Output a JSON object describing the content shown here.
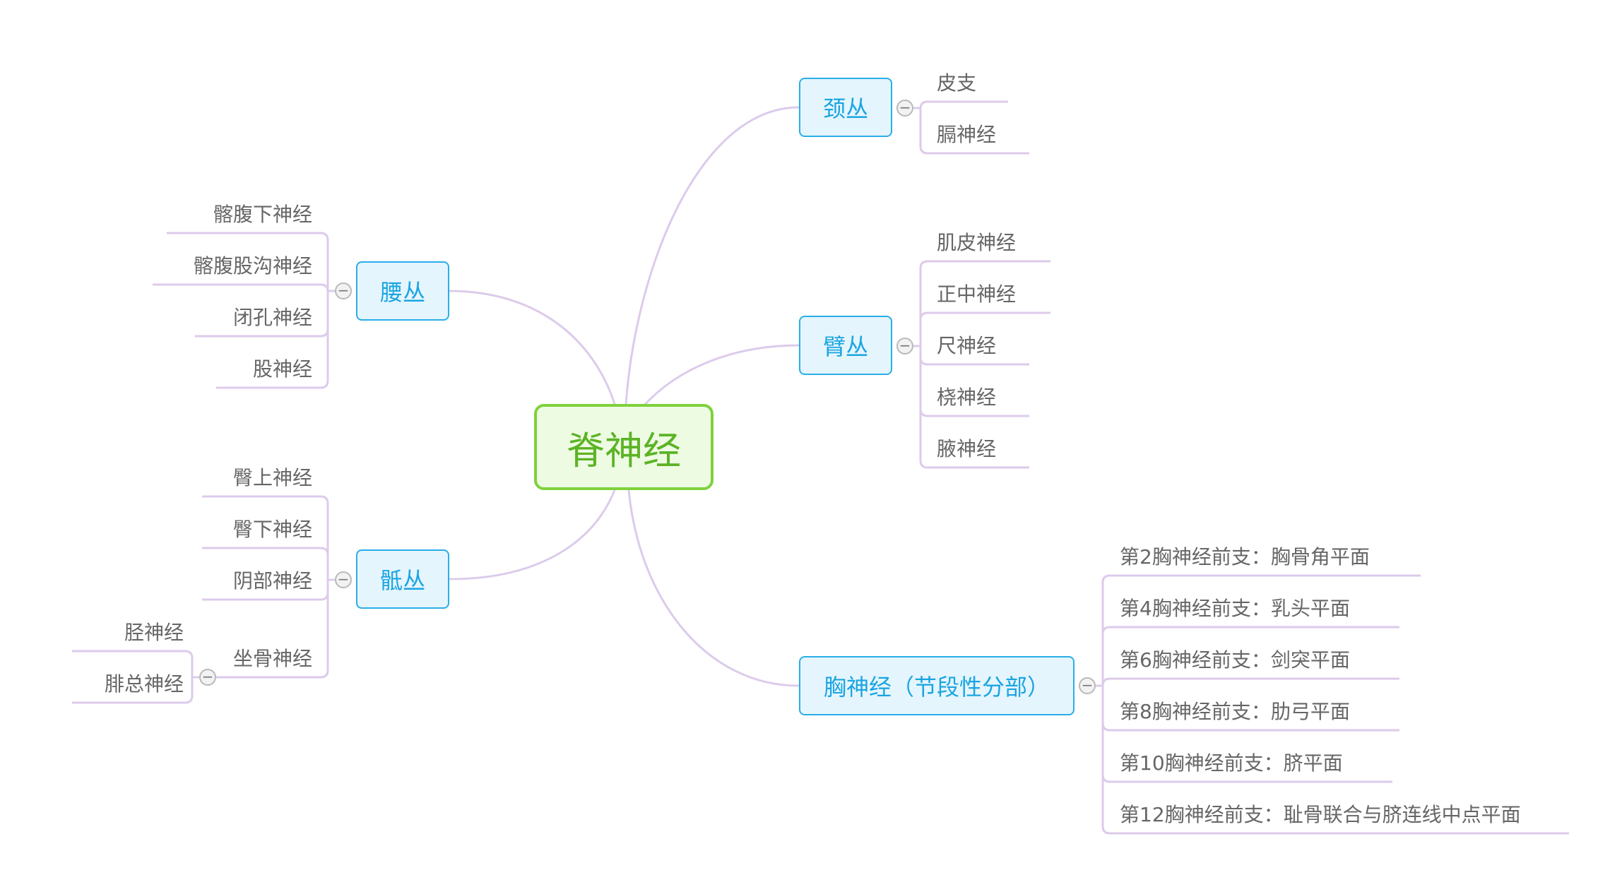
{
  "root": "脊神经",
  "branches": [
    {
      "label": "颈丛",
      "leaves": [
        "皮支",
        "膈神经"
      ]
    },
    {
      "label": "臂丛",
      "leaves": [
        "肌皮神经",
        "正中神经",
        "尺神经",
        "桡神经",
        "腋神经"
      ]
    },
    {
      "label": "胸神经（节段性分部）",
      "leaves": [
        "第2胸神经前支：胸骨角平面",
        "第4胸神经前支：乳头平面",
        "第6胸神经前支：剑突平面",
        "第8胸神经前支：肋弓平面",
        "第10胸神经前支：脐平面",
        "第12胸神经前支：耻骨联合与脐连线中点平面"
      ]
    },
    {
      "label": "腰丛",
      "leaves": [
        "髂腹下神经",
        "髂腹股沟神经",
        "闭孔神经",
        "股神经"
      ]
    },
    {
      "label": "骶丛",
      "leaves": [
        "臀上神经",
        "臀下神经",
        "阴部神经",
        "坐骨神经"
      ],
      "sub": {
        "parent": "坐骨神经",
        "leaves": [
          "胫神经",
          "腓总神经"
        ]
      }
    }
  ],
  "toggle_symbol": "−",
  "colors": {
    "connector": "#dccbeb",
    "root_border": "#7ed23c",
    "root_fill": "#eefbe3",
    "root_text": "#5cb326",
    "branch_border": "#29aee9",
    "branch_fill": "#e5f5fd",
    "branch_text": "#1aa5e2",
    "leaf_text": "#666666"
  }
}
